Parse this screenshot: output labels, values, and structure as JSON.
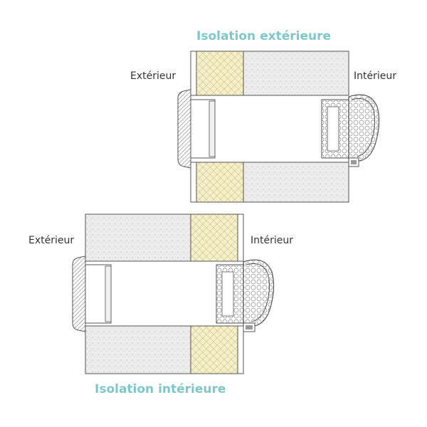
{
  "top_diagram": {
    "title": "Isolation extérieure",
    "label_outside": "Extérieur",
    "label_inside": "Intérieur"
  },
  "bottom_diagram": {
    "title": "Isolation intérieure",
    "label_outside": "Extérieur",
    "label_inside": "Intérieur"
  },
  "colors": {
    "title": "#7cc7c8",
    "insulation": "#f5f0c8",
    "masonry": "#ececec",
    "outline": "#555555"
  }
}
